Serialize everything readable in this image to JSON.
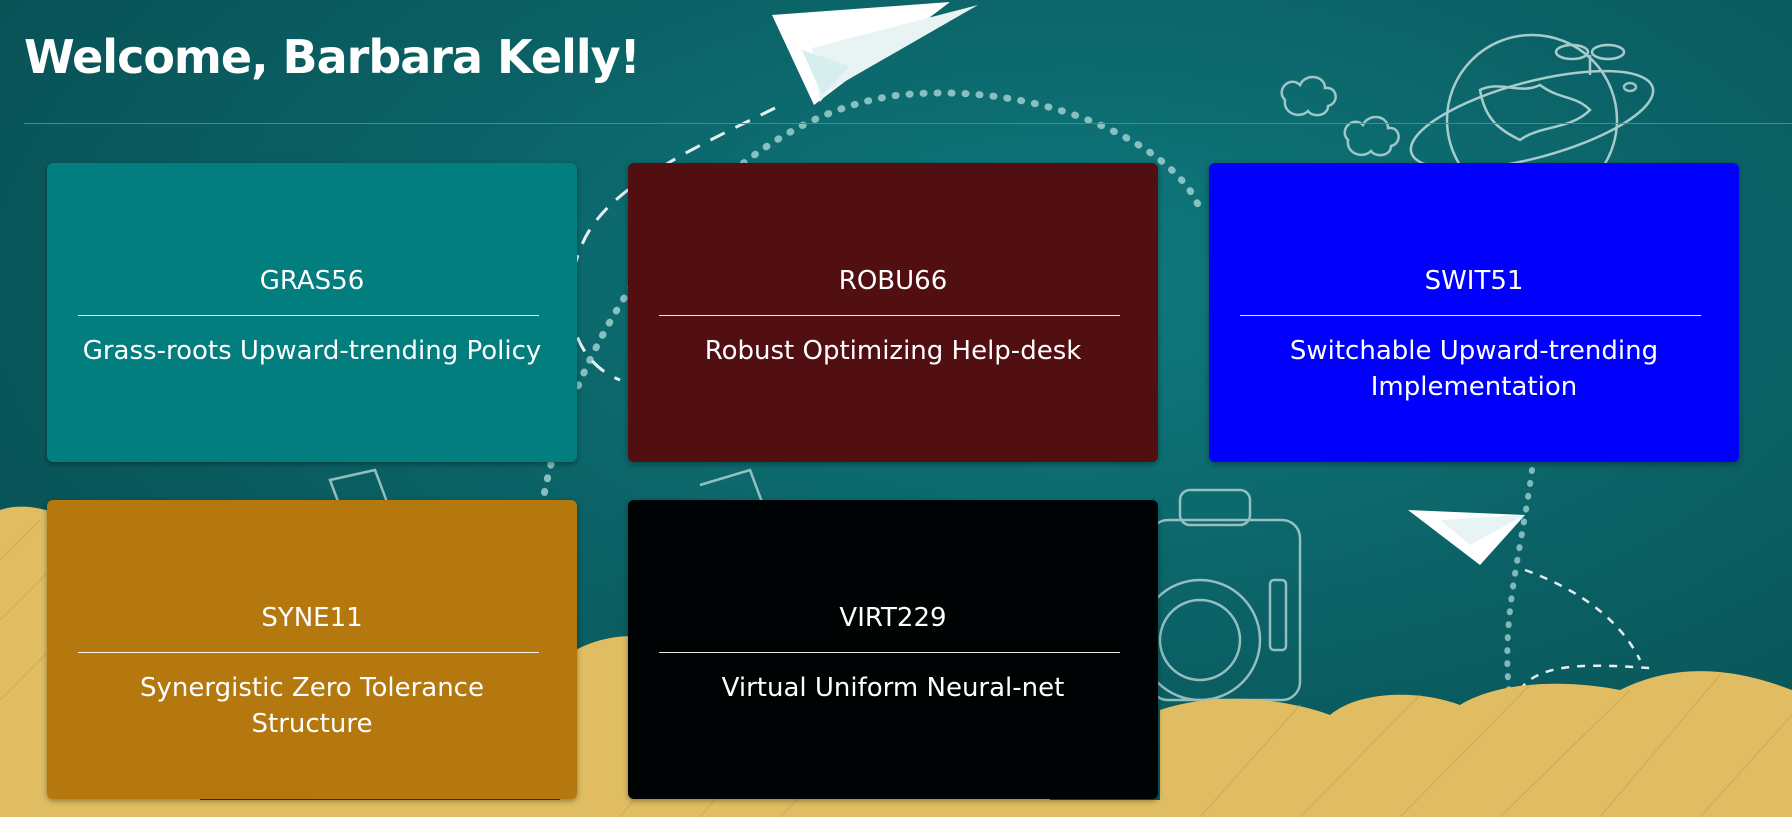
{
  "header": {
    "welcome": "Welcome, Barbara Kelly!"
  },
  "courses": [
    {
      "code": "GRAS56",
      "name": "Grass-roots Upward-trending Policy",
      "color": "#027e7e"
    },
    {
      "code": "ROBU66",
      "name": "Robust Optimizing Help-desk",
      "color": "#510f11"
    },
    {
      "code": "SWIT51",
      "name": "Switchable Upward-trending Implementation",
      "color": "#0000fc"
    },
    {
      "code": "SYNE11",
      "name": "Synergistic Zero Tolerance Structure",
      "color": "#b4780f"
    },
    {
      "code": "VIRT229",
      "name": "Virtual Uniform Neural-net",
      "color": "#000303"
    }
  ],
  "theme": {
    "background": "#0b6266",
    "sand": "#e0bd62",
    "rule": "#3f84c4"
  },
  "decorations": [
    "paper-plane-icon",
    "globe-icon",
    "camera-icon",
    "cloud-icon",
    "ruler-icon",
    "sand-hills"
  ]
}
